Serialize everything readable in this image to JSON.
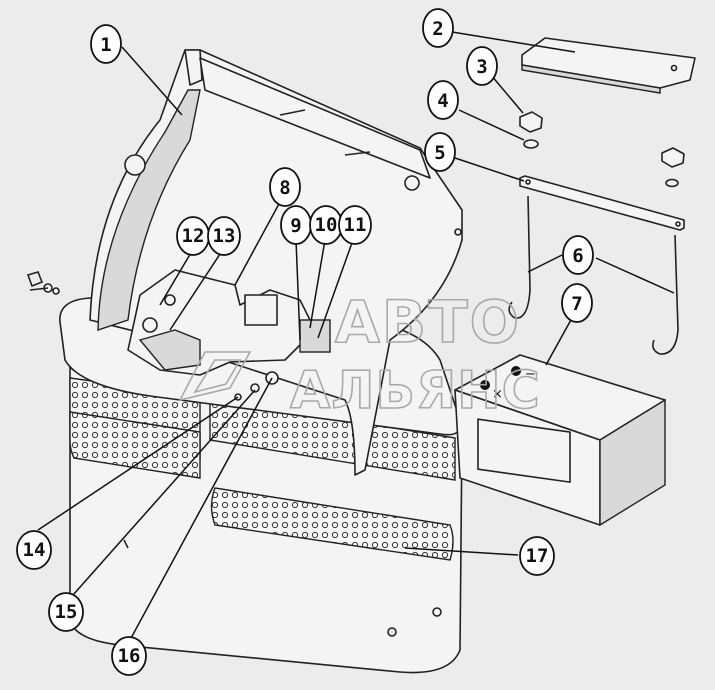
{
  "diagram": {
    "callouts": [
      {
        "id": "c1",
        "label": "1"
      },
      {
        "id": "c2",
        "label": "2"
      },
      {
        "id": "c3",
        "label": "3"
      },
      {
        "id": "c4",
        "label": "4"
      },
      {
        "id": "c5",
        "label": "5"
      },
      {
        "id": "c6",
        "label": "6"
      },
      {
        "id": "c7",
        "label": "7"
      },
      {
        "id": "c8",
        "label": "8"
      },
      {
        "id": "c9",
        "label": "9"
      },
      {
        "id": "c10",
        "label": "10"
      },
      {
        "id": "c11",
        "label": "11"
      },
      {
        "id": "c12",
        "label": "12"
      },
      {
        "id": "c13",
        "label": "13"
      },
      {
        "id": "c14",
        "label": "14"
      },
      {
        "id": "c15",
        "label": "15"
      },
      {
        "id": "c16",
        "label": "16"
      },
      {
        "id": "c17",
        "label": "17"
      }
    ],
    "battery_terminals": {
      "positive": "+",
      "negative": "−",
      "cross": "×"
    }
  },
  "watermark": {
    "line1": "АВТО",
    "line2": "АЛЬЯНС"
  },
  "colors": {
    "background": "#ececec",
    "line": "#222222",
    "watermark": "#a9a9a9"
  }
}
